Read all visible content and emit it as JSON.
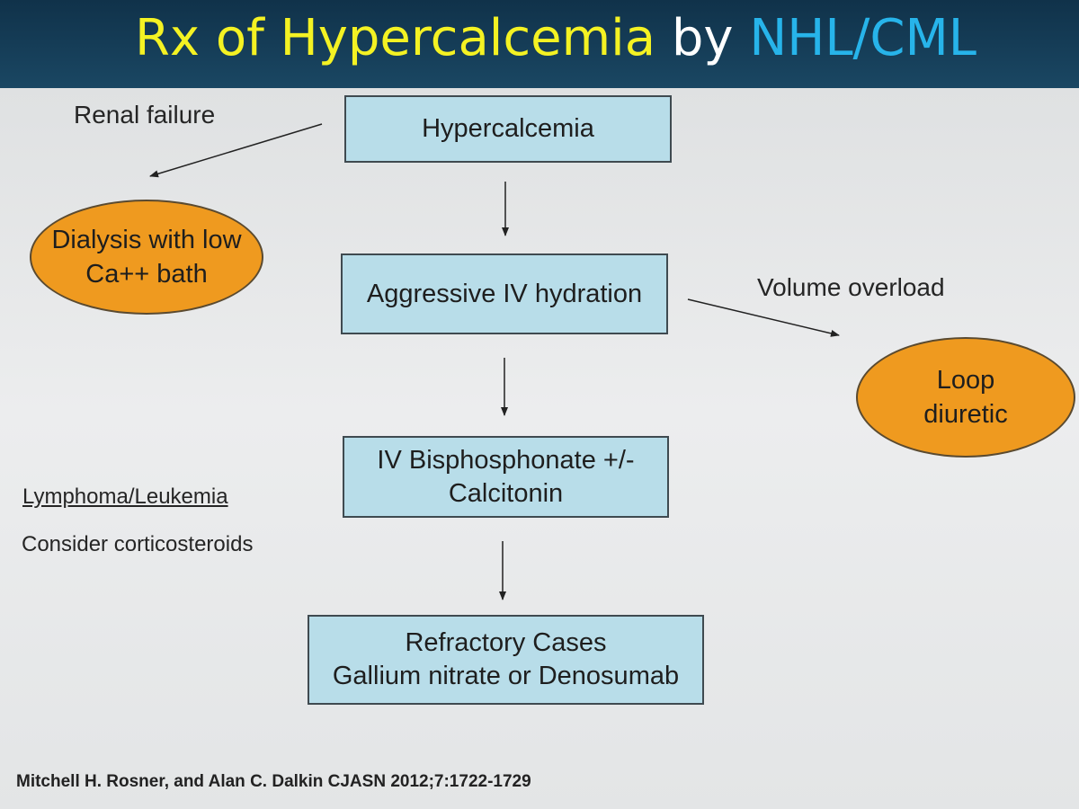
{
  "title": {
    "part1": "Rx of  Hypercalcemia",
    "part2": " by ",
    "part3": "NHL/CML"
  },
  "colors": {
    "title_yellow": "#f4f223",
    "title_white": "#ffffff",
    "title_cyan": "#27b4ea",
    "box_fill": "#b8dde9",
    "oval_fill": "#ef9a1f"
  },
  "nodes": {
    "hypercalcemia": "Hypercalcemia",
    "hydration": "Aggressive IV hydration",
    "bisphosphonate": "IV Bisphosphonate +/-\nCalcitonin",
    "refractory": "Refractory Cases\nGallium nitrate or Denosumab",
    "dialysis": "Dialysis with low\nCa++ bath",
    "loop_diuretic": "Loop\ndiuretic"
  },
  "edge_labels": {
    "renal_failure": "Renal failure",
    "volume_overload": "Volume overload"
  },
  "side_note": {
    "heading": "Lymphoma/Leukemia",
    "text": "Consider corticosteroids"
  },
  "citation": "Mitchell H. Rosner, and Alan C. Dalkin CJASN 2012;7:1722-1729"
}
